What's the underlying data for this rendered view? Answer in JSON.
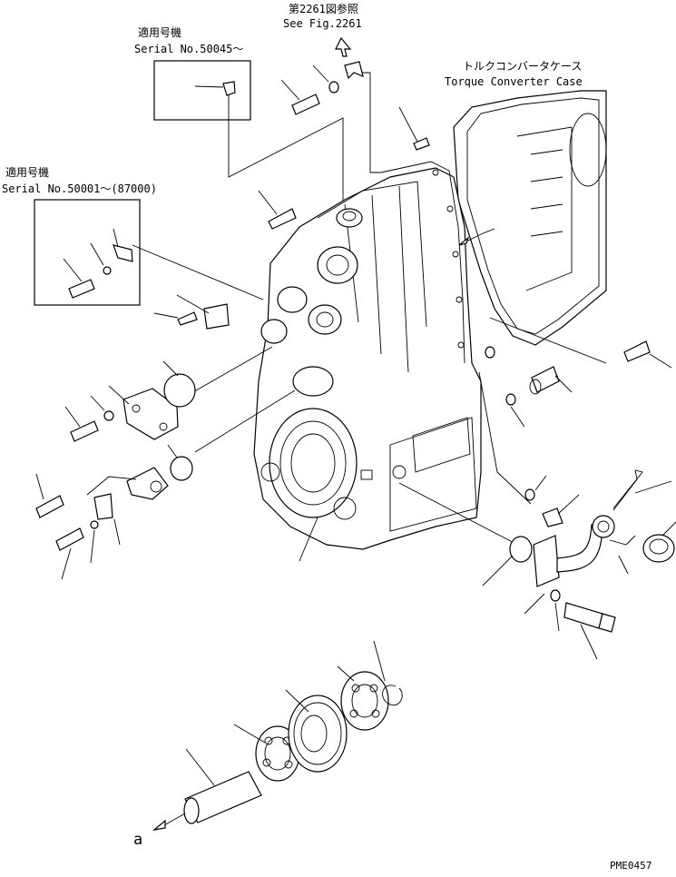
{
  "labels": {
    "ref_jp": "第2261図参照",
    "ref_en": "See Fig.2261",
    "serial_top_jp": "適用号機",
    "serial_top_en": "Serial No.50045～",
    "serial_left_jp": "適用号機",
    "serial_left_en": "Serial No.50001～(87000)",
    "case_jp": "トルクコンバータケース",
    "case_en": "Torque Converter Case",
    "marker_right": "a",
    "marker_bottom": "a",
    "drawing_code": "PME0457"
  }
}
